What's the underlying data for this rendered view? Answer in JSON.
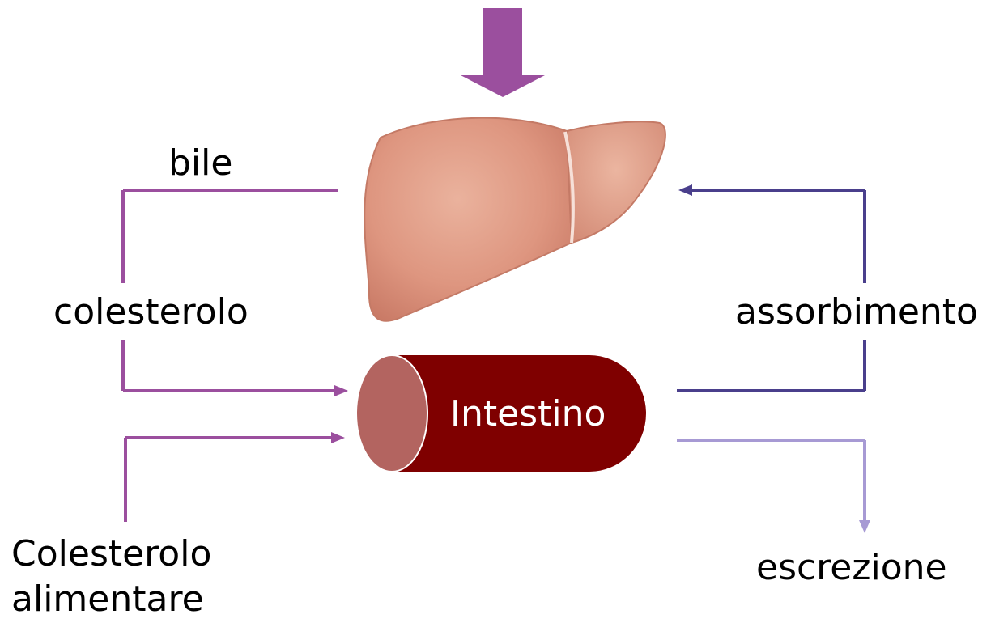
{
  "diagram": {
    "labels": {
      "bile": "bile",
      "colesterolo": "colesterolo",
      "assorbimento": "assorbimento",
      "colesterolo_alimentare_line1": "Colesterolo",
      "colesterolo_alimentare_line2": "alimentare",
      "escrezione": "escrezione",
      "intestino": "Intestino"
    },
    "colors": {
      "top_arrow": "#9b4f9e",
      "left_flow": "#9b4f9e",
      "assorbimento_flow": "#4a3f8c",
      "escrezione_flow": "#a79ad4",
      "intestine_body": "#7f0000",
      "intestine_end": "#b36460",
      "liver": "#e3a08a"
    }
  }
}
